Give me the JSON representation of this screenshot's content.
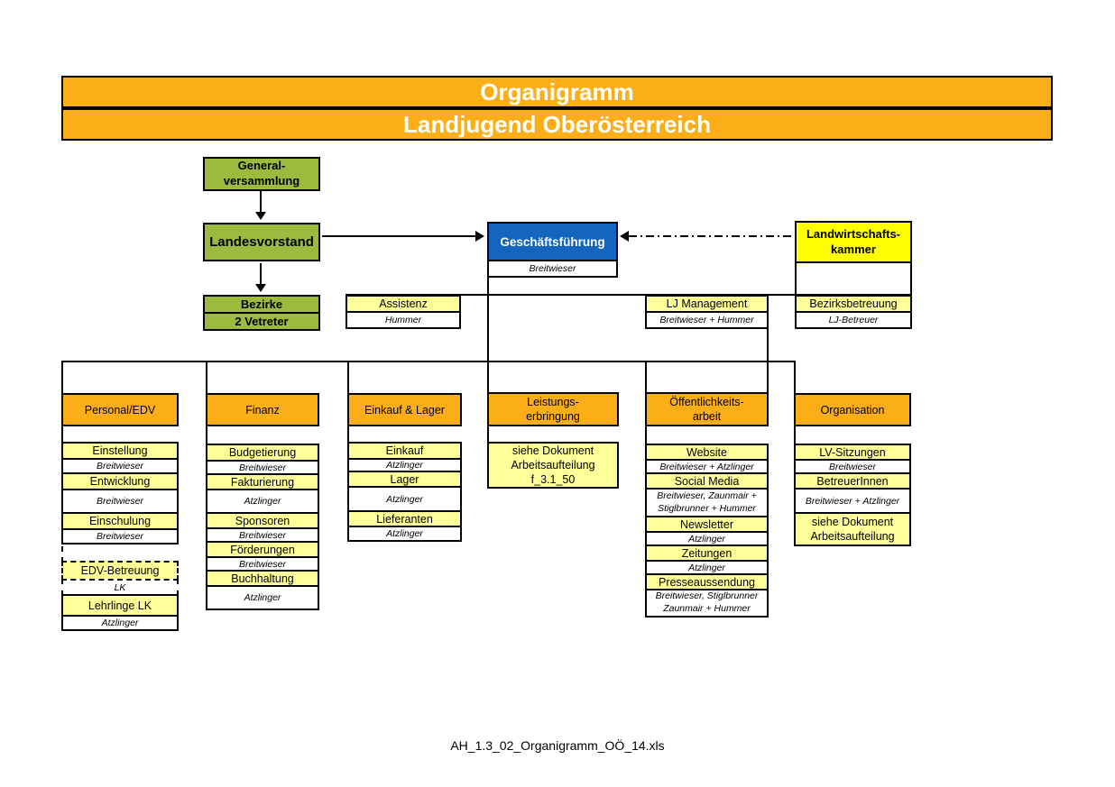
{
  "banner": {
    "line1": "Organigramm",
    "line2": "Landjugend Oberösterreich"
  },
  "nodes": {
    "generalversammlung": "General-\nversammlung",
    "landesvorstand": "Landesvorstand",
    "bezirke_title": "Bezirke",
    "bezirke_sub": "2 Vetreter",
    "geschaeftsfuehrung": "Geschäftsführung",
    "geschaeftsfuehrung_name": "Breitwieser",
    "landwirtschaftskammer": "Landwirtschafts-\nkammer",
    "assistenz": "Assistenz",
    "assistenz_name": "Hummer",
    "lj_management": "LJ Management",
    "lj_management_name": "Breitwieser + Hummer",
    "bezirksbetreuung": "Bezirksbetreuung",
    "bezirksbetreuung_name": "LJ-Betreuer"
  },
  "columns": [
    {
      "header": "Personal/EDV",
      "items": [
        {
          "title": "Einstellung",
          "name": "Breitwieser"
        },
        {
          "title": "Entwicklung",
          "name": "Breitwieser"
        },
        {
          "title": "Einschulung",
          "name": "Breitwieser"
        },
        {
          "title": "EDV-Betreuung",
          "name": "LK"
        },
        {
          "title": "Lehrlinge LK",
          "name": "Atzlinger"
        }
      ]
    },
    {
      "header": "Finanz",
      "items": [
        {
          "title": "Budgetierung",
          "name": "Breitwieser"
        },
        {
          "title": "Fakturierung",
          "name": "Atzlinger"
        },
        {
          "title": "Sponsoren",
          "name": "Breitwieser"
        },
        {
          "title": "Förderungen",
          "name": "Breitwieser"
        },
        {
          "title": "Buchhaltung",
          "name": "Atzlinger"
        }
      ]
    },
    {
      "header": "Einkauf & Lager",
      "items": [
        {
          "title": "Einkauf",
          "name": "Atzlinger"
        },
        {
          "title": "Lager",
          "name": "Atzlinger"
        },
        {
          "title": "Lieferanten",
          "name": "Atzlinger"
        }
      ]
    },
    {
      "header": "Leistungs-\nerbringung",
      "note": "siehe Dokument\nArbeitsaufteilung\nf_3.1_50"
    },
    {
      "header": "Öffentlichkeits-\narbeit",
      "items": [
        {
          "title": "Website",
          "name": "Breitwieser + Atzlinger"
        },
        {
          "title": "Social Media",
          "name": "Breitwieser, Zaunmair +\nStiglbrunner + Hummer"
        },
        {
          "title": "Newsletter",
          "name": "Atzlinger"
        },
        {
          "title": "Zeitungen",
          "name": "Atzlinger"
        },
        {
          "title": "Presseaussendung",
          "name": "Breitwieser, Stiglbrunner\nZaunmair +  Hummer"
        }
      ]
    },
    {
      "header": "Organisation",
      "items": [
        {
          "title": "LV-Sitzungen",
          "name": "Breitwieser"
        },
        {
          "title": "BetreuerInnen",
          "name": "Breitwieser + Atzlinger"
        }
      ],
      "note": "siehe Dokument\nArbeitsaufteilung"
    }
  ],
  "footer": "AH_1.3_02_Organigramm_OÖ_14.xls",
  "colors": {
    "banner_orange": "#FBAE17",
    "header_orange": "#FBAE17",
    "green": "#9CBB3E",
    "blue": "#1465BD",
    "bright_yellow": "#FFFF00",
    "light_yellow": "#FFFF99",
    "border": "#000000"
  }
}
